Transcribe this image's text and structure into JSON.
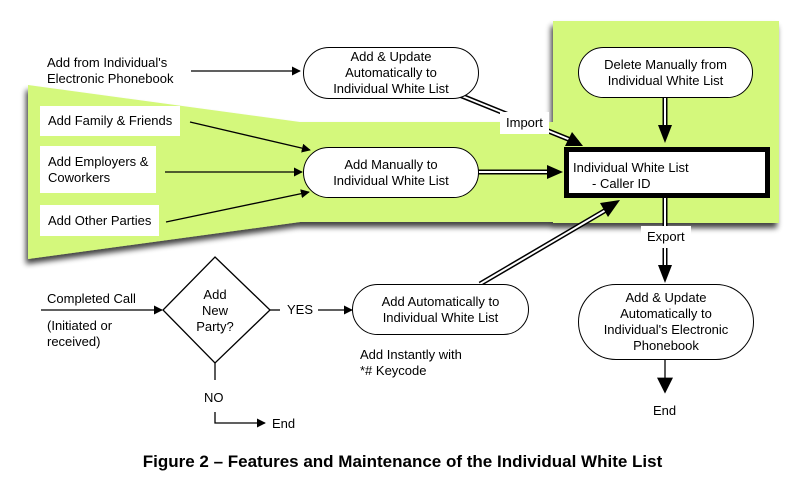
{
  "colors": {
    "highlight": "#d4f87c",
    "line": "#000000",
    "background": "#ffffff"
  },
  "sources": {
    "phonebook": [
      "Add from Individual's",
      "Electronic Phonebook"
    ],
    "family": "Add Family & Friends",
    "employers": [
      "Add Employers &",
      "Coworkers"
    ],
    "other": "Add Other Parties",
    "completed_call": "Completed Call",
    "completed_call_note": [
      "(Initiated or",
      "received)"
    ]
  },
  "processes": {
    "auto_update_white_list": [
      "Add & Update",
      "Automatically to",
      "Individual White List"
    ],
    "add_manually": [
      "Add Manually to",
      "Individual White List"
    ],
    "delete_manually": [
      "Delete Manually from",
      "Individual White List"
    ],
    "add_automatically": [
      "Add Automatically to",
      "Individual White List"
    ],
    "auto_update_phonebook": [
      "Add & Update",
      "Automatically to",
      "Individual's Electronic",
      "Phonebook"
    ]
  },
  "central": {
    "title": "Individual White List",
    "subtitle": "- Caller ID"
  },
  "decision": {
    "lines": [
      "Add",
      "New",
      "Party?"
    ],
    "yes": "YES",
    "no": "NO"
  },
  "edge_labels": {
    "import": "Import",
    "export": "Export"
  },
  "notes": {
    "keycode": [
      "Add Instantly with",
      "*# Keycode"
    ]
  },
  "ends": {
    "no_end": "End",
    "phonebook_end": "End"
  },
  "caption": "Figure 2 – Features and Maintenance of the Individual White List"
}
